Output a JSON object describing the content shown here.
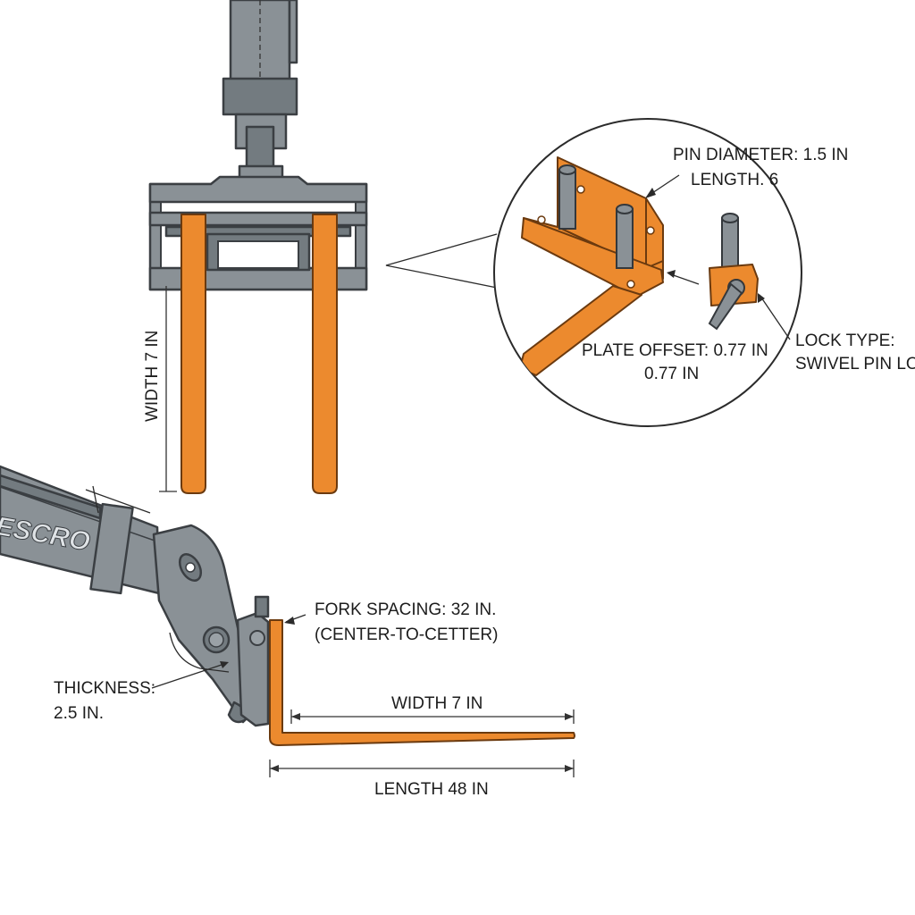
{
  "labels": {
    "pin_diameter": "PIN DIAMETER: 1.5 IN",
    "pin_length": "LENGTH. 6",
    "plate_offset": "PLATE OFFSET: 0.77 IN",
    "plate_offset_value": "0.77 IN",
    "lock_type": "LOCK TYPE:",
    "lock_type_value": "SWIVEL PIN LOCK",
    "width_vertical": "WIDTH 7 IN",
    "fork_spacing": "FORK SPACING: 32 IN.",
    "fork_spacing_note": "(CENTER-TO-CETTER)",
    "thickness": "THICKNESS:",
    "thickness_value": "2.5 IN.",
    "width_horizontal": "WIDTH 7 IN",
    "length": "LENGTH 48 IN",
    "boom_brand": "ESCRO"
  },
  "colors": {
    "fork_orange": "#ec8a2e",
    "steel_gray": "#8a9196",
    "outline": "#3b3f43"
  }
}
